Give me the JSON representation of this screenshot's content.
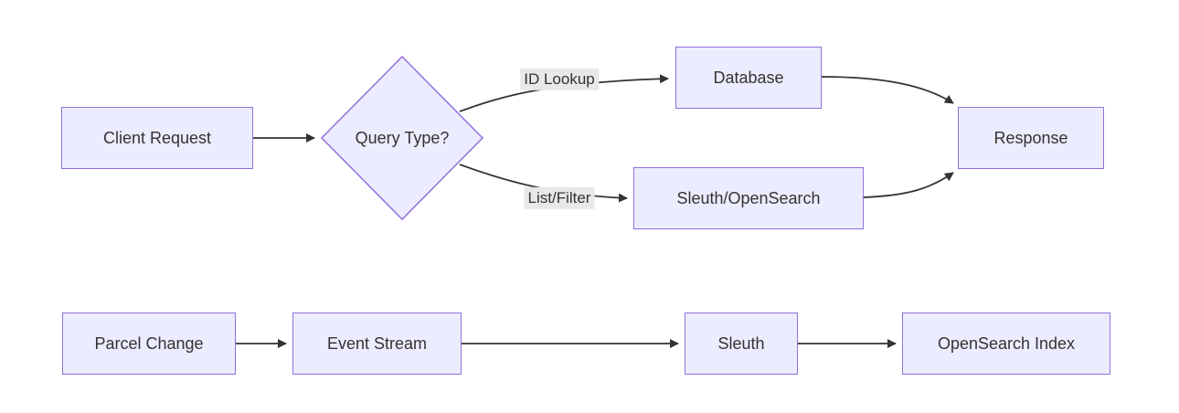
{
  "diagram": {
    "type": "flowchart",
    "direction": "left-to-right",
    "colors": {
      "node_fill": "#ECECFF",
      "node_border": "#9370DB",
      "text": "#333333",
      "edge": "#333333",
      "edge_label_bg": "#e8e8e8",
      "background": "#ffffff"
    },
    "nodes": {
      "client_request": "Client Request",
      "query_type": "Query Type?",
      "database": "Database",
      "sleuth_opensearch": "Sleuth/OpenSearch",
      "response": "Response",
      "parcel_change": "Parcel Change",
      "event_stream": "Event Stream",
      "sleuth": "Sleuth",
      "opensearch_index": "OpenSearch Index"
    },
    "edge_labels": {
      "id_lookup": "ID Lookup",
      "list_filter": "List/Filter"
    },
    "edges": [
      {
        "from": "Client Request",
        "to": "Query Type?",
        "label": ""
      },
      {
        "from": "Query Type?",
        "to": "Database",
        "label": "ID Lookup"
      },
      {
        "from": "Query Type?",
        "to": "Sleuth/OpenSearch",
        "label": "List/Filter"
      },
      {
        "from": "Database",
        "to": "Response",
        "label": ""
      },
      {
        "from": "Sleuth/OpenSearch",
        "to": "Response",
        "label": ""
      },
      {
        "from": "Parcel Change",
        "to": "Event Stream",
        "label": ""
      },
      {
        "from": "Event Stream",
        "to": "Sleuth",
        "label": ""
      },
      {
        "from": "Sleuth",
        "to": "OpenSearch Index",
        "label": ""
      }
    ]
  }
}
